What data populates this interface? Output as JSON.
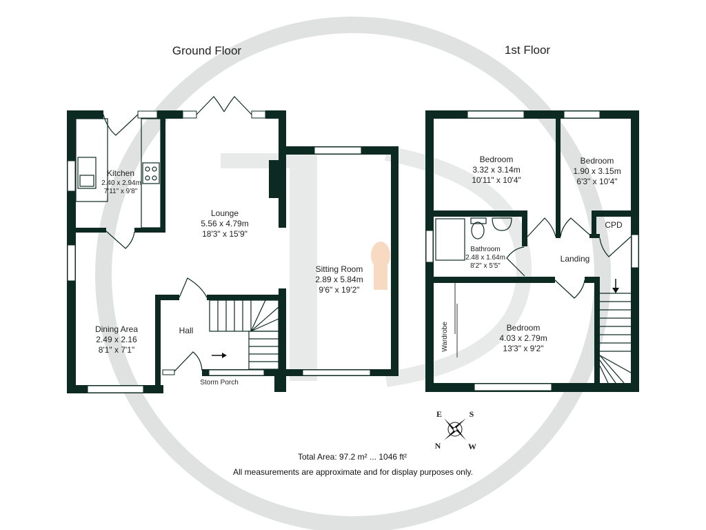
{
  "titles": {
    "ground": "Ground Floor",
    "first": "1st Floor"
  },
  "ground_floor": {
    "kitchen": {
      "name": "Kitchen",
      "metric": "2.40 x 2.94m",
      "imperial": "7'11\" x 9'8\""
    },
    "lounge": {
      "name": "Lounge",
      "metric": "5.56 x 4.79m",
      "imperial": "18'3\" x 15'9\""
    },
    "sitting_room": {
      "name": "Sitting Room",
      "metric": "2.89 x 5.84m",
      "imperial": "9'6\" x 19'2\""
    },
    "dining_area": {
      "name": "Dining Area",
      "metric": "2.49 x 2.16",
      "imperial": "8'1\" x 7'1\""
    },
    "hall": {
      "name": "Hall"
    },
    "storm_porch": {
      "name": "Storm Porch"
    }
  },
  "first_floor": {
    "bedroom1": {
      "name": "Bedroom",
      "metric": "3.32 x 3.14m",
      "imperial": "10'11\" x 10'4\""
    },
    "bedroom2": {
      "name": "Bedroom",
      "metric": "1.90 x 3.15m",
      "imperial": "6'3\" x 10'4\""
    },
    "bathroom": {
      "name": "Bathroom",
      "metric": "2.48 x 1.64m",
      "imperial": "8'2\" x 5'5\""
    },
    "cpd": {
      "name": "CPD"
    },
    "landing": {
      "name": "Landing"
    },
    "bedroom3": {
      "name": "Bedroom",
      "metric": "4.03 x 2.79m",
      "imperial": "13'3\" x 9'2\""
    },
    "wardrobe": {
      "name": "Wardrobe"
    }
  },
  "compass": {
    "e": "E",
    "s": "S",
    "n": "N",
    "w": "W"
  },
  "footer": {
    "total_area": "Total Area: 97.2 m² ... 1046 ft²",
    "disclaimer": "All measurements are approximate and for display purposes only."
  },
  "colors": {
    "wall": "#0c2a22",
    "watermark": "#d9dcdb",
    "accent": "#f6c9a8"
  }
}
